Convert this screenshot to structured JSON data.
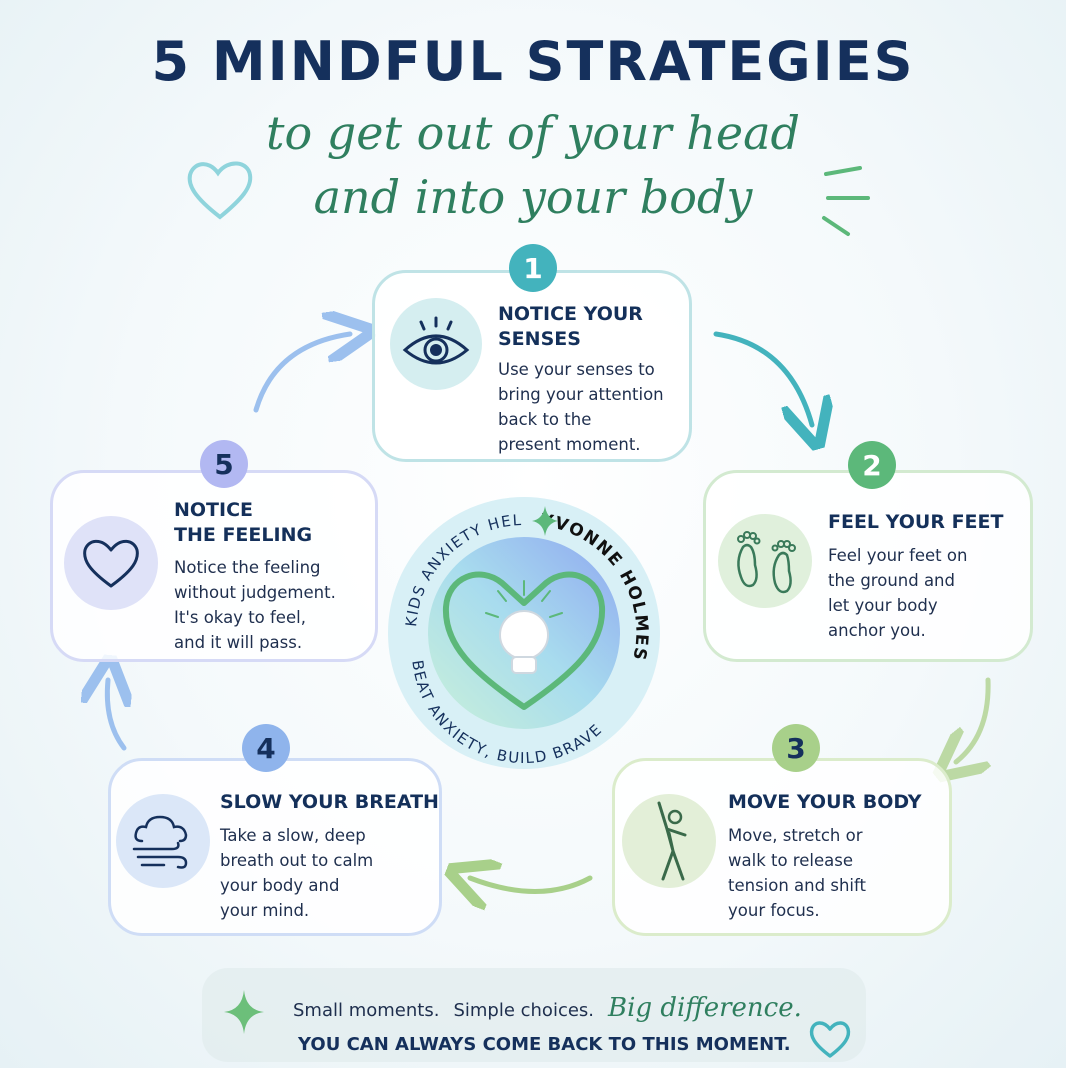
{
  "title": "5 MINDFUL STRATEGIES",
  "subtitle_line1": "to get out of your head",
  "subtitle_line2": "and into your body",
  "colors": {
    "navy": "#15305c",
    "teal": "#43b3bd",
    "green": "#5cb87a",
    "lightgreen": "#a8d08a",
    "blue": "#8fb4ec",
    "purple": "#b2b8f2",
    "script_green": "#2f7f5f"
  },
  "steps": [
    {
      "number": "1",
      "title_lines": [
        "NOTICE YOUR",
        "SENSES"
      ],
      "body_lines": [
        "Use your senses to",
        "bring your attention",
        "back to the",
        "present moment."
      ],
      "icon": "eye-icon"
    },
    {
      "number": "2",
      "title_lines": [
        "FEEL YOUR FEET"
      ],
      "body_lines": [
        "Feel your feet on",
        "the ground and",
        "let your body",
        "anchor you."
      ],
      "icon": "footprints-icon"
    },
    {
      "number": "3",
      "title_lines": [
        "MOVE YOUR BODY"
      ],
      "body_lines": [
        "Move, stretch or",
        "walk to release",
        "tension and shift",
        "your focus."
      ],
      "icon": "stretching-person-icon"
    },
    {
      "number": "4",
      "title_lines": [
        "SLOW YOUR BREATH"
      ],
      "body_lines": [
        "Take a slow, deep",
        "breath out to calm",
        "your body and",
        "your mind."
      ],
      "icon": "wind-cloud-icon"
    },
    {
      "number": "5",
      "title_lines": [
        "NOTICE",
        "THE FEELING"
      ],
      "body_lines": [
        "Notice the feeling",
        "without judgement.",
        "It's okay to feel,",
        "and it will pass."
      ],
      "icon": "heart-icon"
    }
  ],
  "logo": {
    "top_arc_text": "KIDS ANXIETY HELP",
    "name_arc_text": "YVONNE HOLMES",
    "bottom_arc_text": "BEAT ANXIETY, BUILD BRAVE",
    "icon": "heart-lightbulb-icon"
  },
  "footer": {
    "part1": "Small moments.",
    "part2": "Simple choices.",
    "big": "Big difference.",
    "line2": "YOU CAN ALWAYS COME BACK TO THIS MOMENT."
  }
}
